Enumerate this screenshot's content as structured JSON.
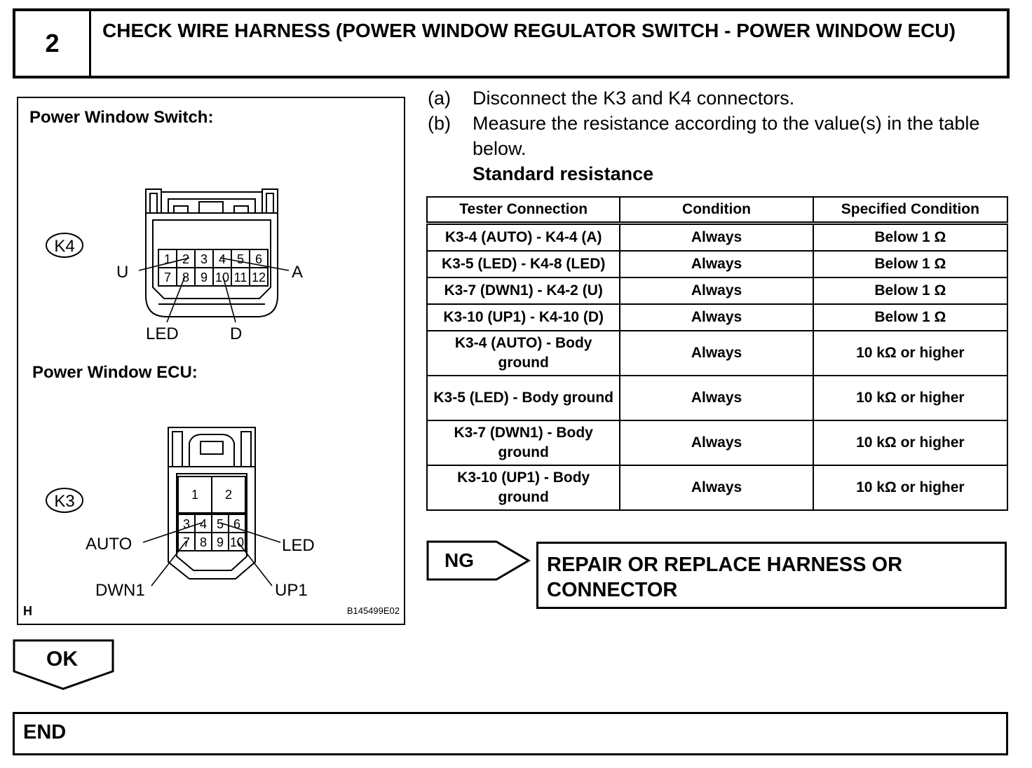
{
  "step": {
    "number": "2",
    "title": "CHECK WIRE HARNESS (POWER WINDOW REGULATOR SWITCH - POWER WINDOW ECU)"
  },
  "figure": {
    "switch_title": "Power Window Switch:",
    "ecu_title": "Power Window ECU:",
    "k4_label": "K4",
    "k3_label": "K3",
    "k4_pins": [
      "1",
      "2",
      "3",
      "4",
      "5",
      "6",
      "7",
      "8",
      "9",
      "10",
      "11",
      "12"
    ],
    "k3_pins_top": [
      "1",
      "2"
    ],
    "k3_pins": [
      "3",
      "4",
      "5",
      "6",
      "7",
      "8",
      "9",
      "10"
    ],
    "k4_callouts": {
      "u": "U",
      "a": "A",
      "led": "LED",
      "d": "D"
    },
    "k3_callouts": {
      "auto": "AUTO",
      "led": "LED",
      "dwn1": "DWN1",
      "up1": "UP1"
    },
    "corner_mark": "H",
    "code": "B145499E02"
  },
  "instructions": [
    {
      "key": "(a)",
      "text": "Disconnect the K3 and K4 connectors."
    },
    {
      "key": "(b)",
      "text": "Measure the resistance according to the value(s) in the table below."
    }
  ],
  "standard_label": "Standard resistance",
  "table": {
    "headers": [
      "Tester Connection",
      "Condition",
      "Specified Condition"
    ],
    "rows": [
      [
        "K3-4 (AUTO) - K4-4 (A)",
        "Always",
        "Below 1 Ω"
      ],
      [
        "K3-5 (LED) - K4-8 (LED)",
        "Always",
        "Below 1 Ω"
      ],
      [
        "K3-7 (DWN1) - K4-2 (U)",
        "Always",
        "Below 1 Ω"
      ],
      [
        "K3-10 (UP1) - K4-10 (D)",
        "Always",
        "Below 1 Ω"
      ],
      [
        "K3-4 (AUTO) - Body ground",
        "Always",
        "10 kΩ or higher"
      ],
      [
        "K3-5 (LED) - Body ground",
        "Always",
        "10 kΩ or higher"
      ],
      [
        "K3-7 (DWN1) - Body ground",
        "Always",
        "10 kΩ or higher"
      ],
      [
        "K3-10 (UP1) - Body ground",
        "Always",
        "10 kΩ or higher"
      ]
    ]
  },
  "ng": {
    "label": "NG",
    "action": "REPAIR OR REPLACE HARNESS OR CONNECTOR"
  },
  "ok": {
    "label": "OK"
  },
  "end": {
    "label": "END"
  }
}
